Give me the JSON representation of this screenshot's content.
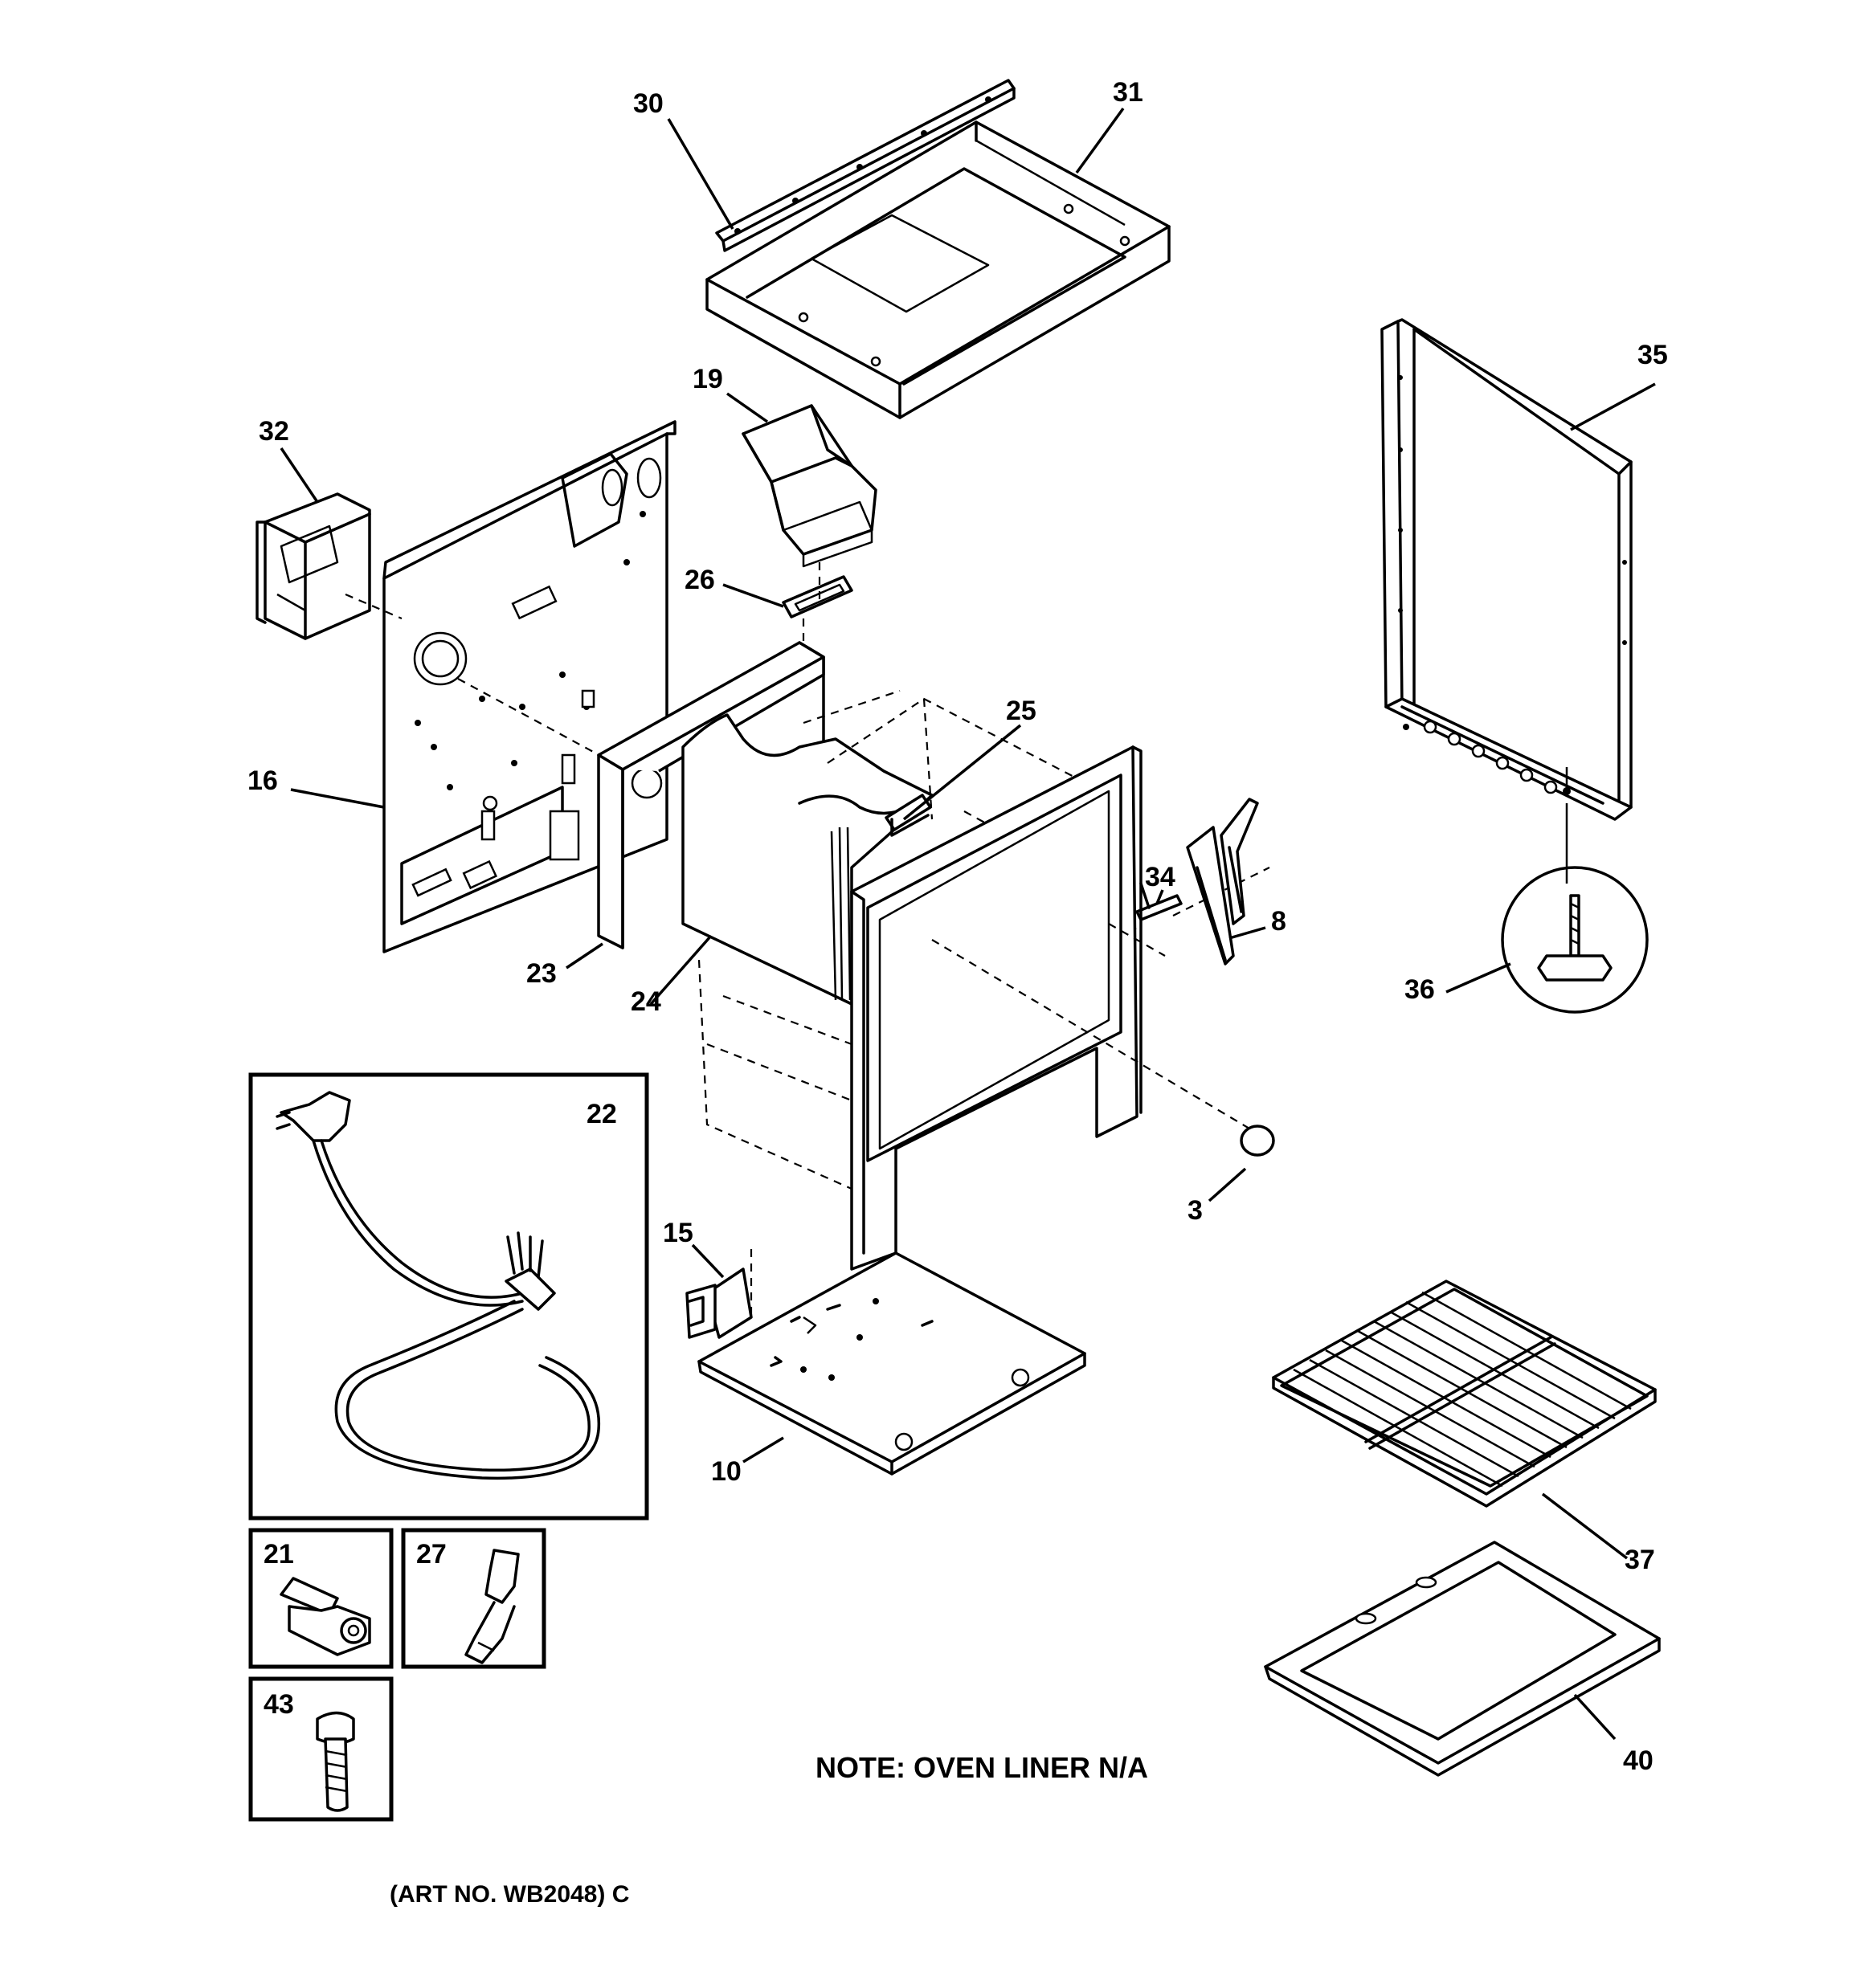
{
  "labels": {
    "p30": "30",
    "p31": "31",
    "p19": "19",
    "p32": "32",
    "p35": "35",
    "p26": "26",
    "p25": "25",
    "p16": "16",
    "p34": "34",
    "p8": "8",
    "p23": "23",
    "p24": "24",
    "p36": "36",
    "p22": "22",
    "p3": "3",
    "p15": "15",
    "p10": "10",
    "p37": "37",
    "p21": "21",
    "p27": "27",
    "p43": "43",
    "p40": "40"
  },
  "note": "NOTE: OVEN LINER N/A",
  "art_number": "(ART NO. WB2048) C"
}
